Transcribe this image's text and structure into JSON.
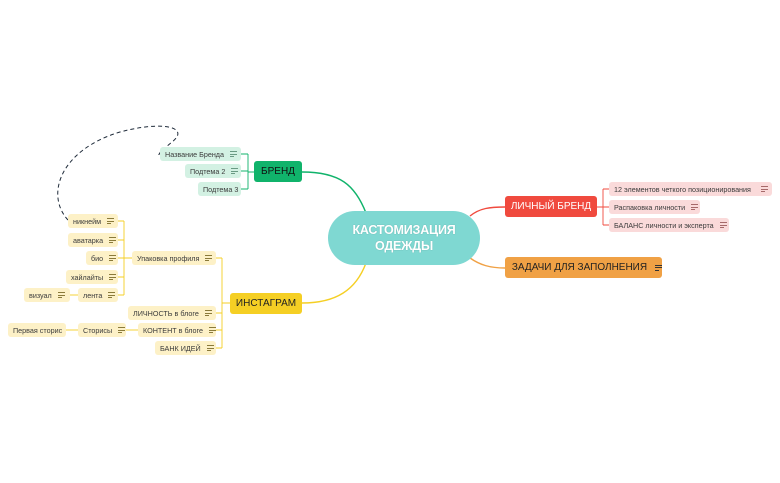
{
  "colors": {
    "center": "#7fd8d2",
    "brand": "#10b36b",
    "instagram": "#f5cf24",
    "personal_brand": "#f04a3e",
    "tasks": "#f0a145",
    "note_icon": "note-lines-icon"
  },
  "center": {
    "title": "КАСТОМИЗАЦИЯ ОДЕЖДЫ"
  },
  "brand": {
    "label": "БРЕНД",
    "children": [
      "Название Бренда",
      "Подтема 2",
      "Подтема 3"
    ]
  },
  "instagram": {
    "label": "ИНСТАГРАМ",
    "upakovka": {
      "label": "Упаковка профиля",
      "children": [
        "никнейм",
        "аватарка",
        "био",
        "хайлайты",
        "лента"
      ],
      "lenta_child": "визуал"
    },
    "lichnost": "ЛИЧНОСТЬ в блоге",
    "kontent": {
      "label": "КОНТЕНТ в блоге",
      "stories": "Сторисы",
      "stories_child": "Первая сторис"
    },
    "bank": "БАНК ИДЕЙ"
  },
  "personal_brand": {
    "label": "ЛИЧНЫЙ БРЕНД",
    "children": [
      "12 элементов четкого позиционирования",
      "Распаковка личности",
      "БАЛАНС личности и эксперта"
    ]
  },
  "tasks": {
    "label": "ЗАДАЧИ ДЛЯ ЗАПОЛНЕНИЯ"
  }
}
